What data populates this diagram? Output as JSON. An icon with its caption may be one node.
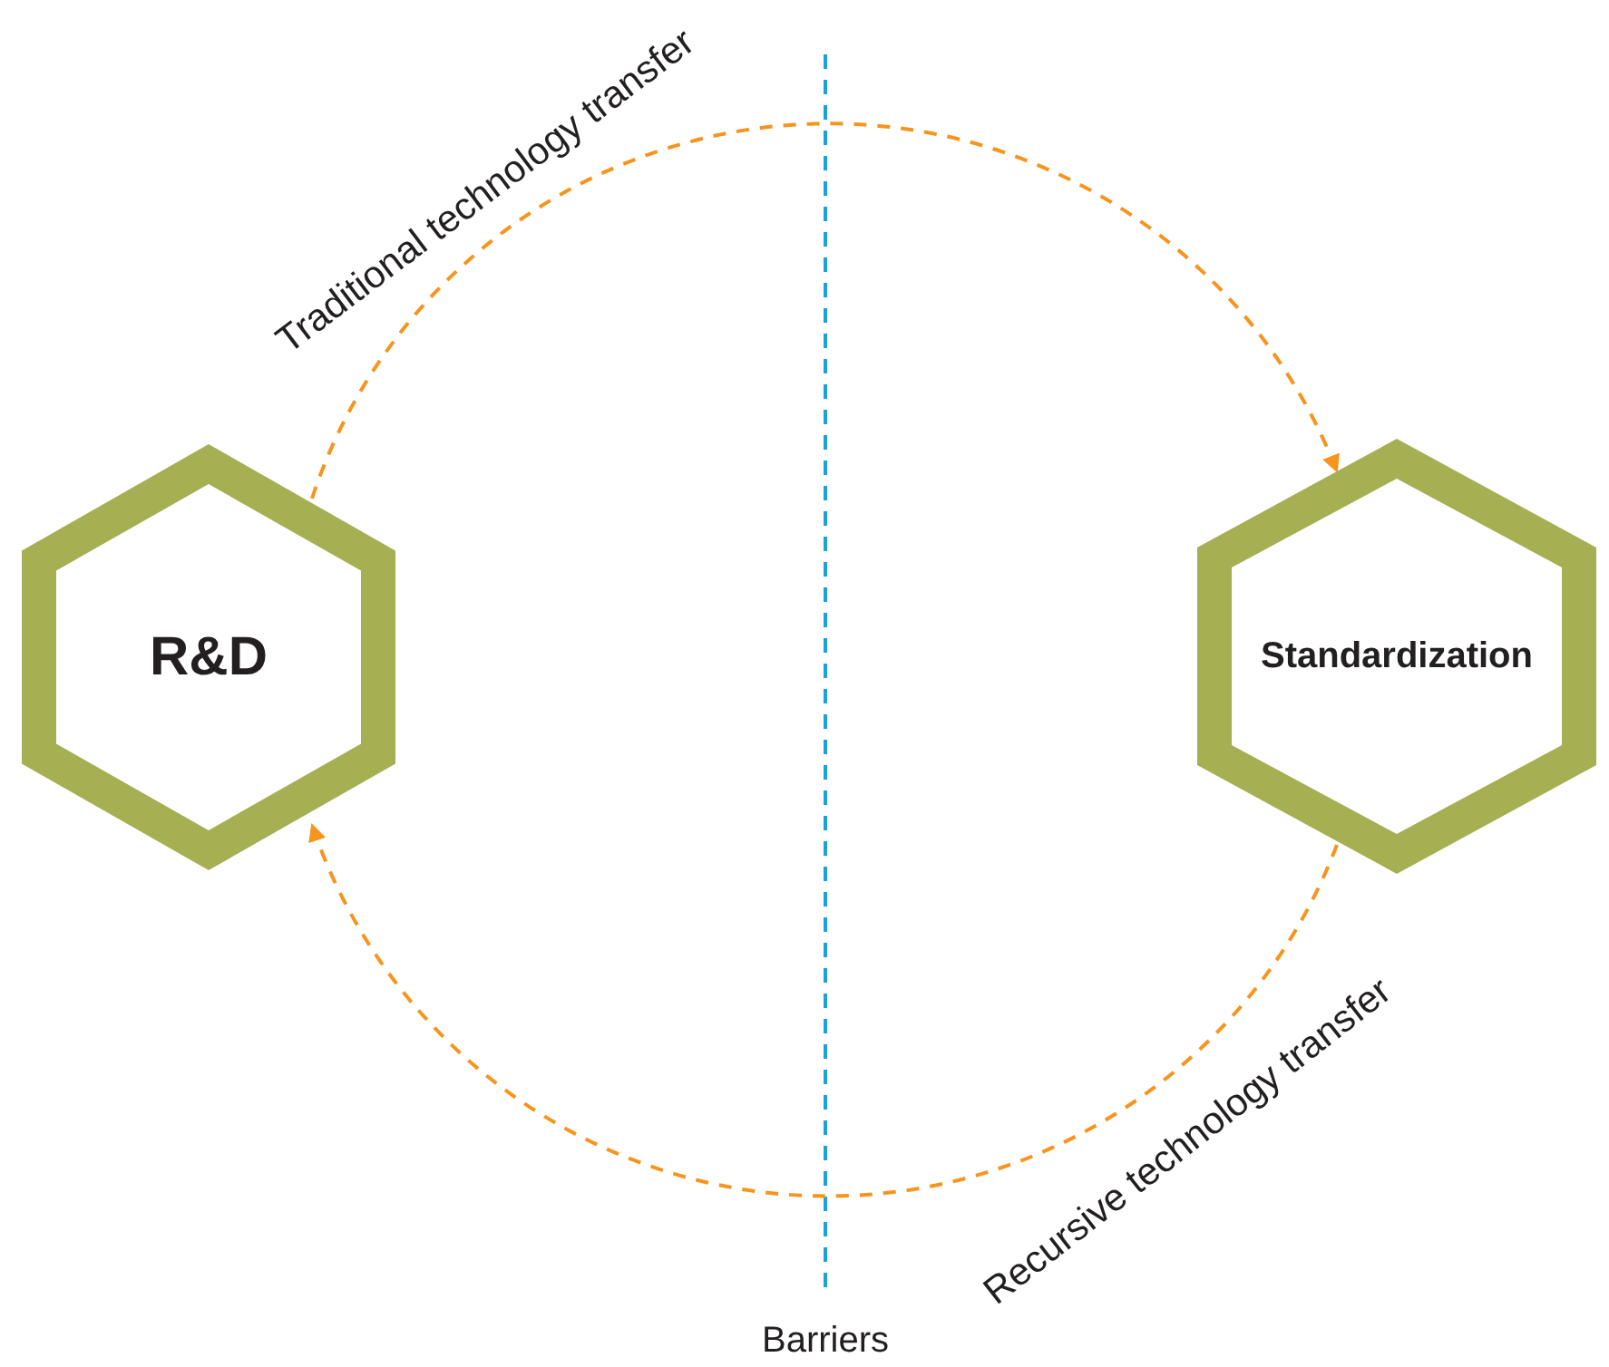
{
  "diagram": {
    "nodes": [
      {
        "text": [
          "R&D"
        ]
      },
      {
        "text": [
          "Standardization"
        ]
      }
    ],
    "edges": [
      {
        "from": 0,
        "to": 1,
        "arrow": "to",
        "label": "Traditional technology transfer",
        "style": "dashed"
      },
      {
        "from": 1,
        "to": 0,
        "arrow": "to",
        "label": "Recursive technology transfer",
        "style": "dashed"
      }
    ],
    "labels": [
      "Barriers"
    ]
  }
}
